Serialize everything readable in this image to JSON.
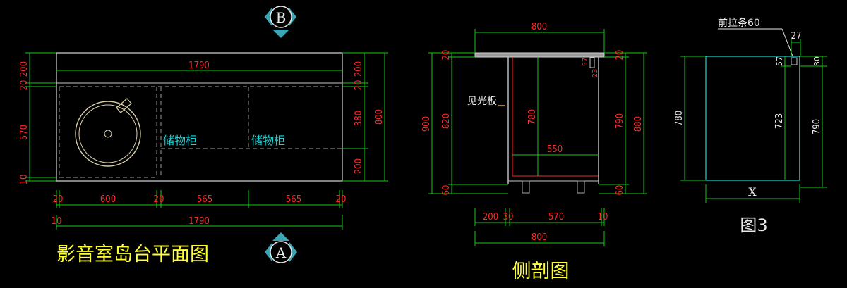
{
  "colors": {
    "background": "#000000",
    "dimension_text": "#ff2a2a",
    "dimension_line": "#14c814",
    "outline": "#c8c8c8",
    "label_cyan": "#19d4d4",
    "title_yellow": "#ffff33",
    "white_text": "#e8e8e8",
    "board_red": "#ff2222"
  },
  "markers": {
    "top": "B",
    "bottom": "A"
  },
  "plan": {
    "title": "影音室岛台平面图",
    "overall_width": "1790",
    "overall_width_bottom": "1790",
    "labels": [
      "储物柜",
      "储物柜"
    ],
    "left_dims": [
      "200",
      "20",
      "570",
      "10"
    ],
    "right_dims": [
      "200",
      "20",
      "380",
      "200"
    ],
    "right_total": "800",
    "bottom_dims": [
      "20",
      "600",
      "20",
      "565",
      "565",
      "20"
    ],
    "bottom_first": "10"
  },
  "section": {
    "title": "侧剖图",
    "top_width": "800",
    "label_light_panel": "见光板",
    "left_outer": "900",
    "left_dims": [
      "20",
      "820",
      "60"
    ],
    "inner_height": "780",
    "inner_width": "550",
    "top_small": "57",
    "top_small_2": "23",
    "right_dims": [
      "20",
      "790",
      "60"
    ],
    "right_total": "880",
    "bottom_dims": [
      "200",
      "30",
      "570",
      "10"
    ],
    "bottom_total": "800"
  },
  "fig3": {
    "title": "图3",
    "front_strip": "前拉条60",
    "width_label": "X",
    "top_gap": "27",
    "left_height": "780",
    "inner_top": "57",
    "inner_height": "723",
    "right_top": "30",
    "right_height": "790"
  }
}
